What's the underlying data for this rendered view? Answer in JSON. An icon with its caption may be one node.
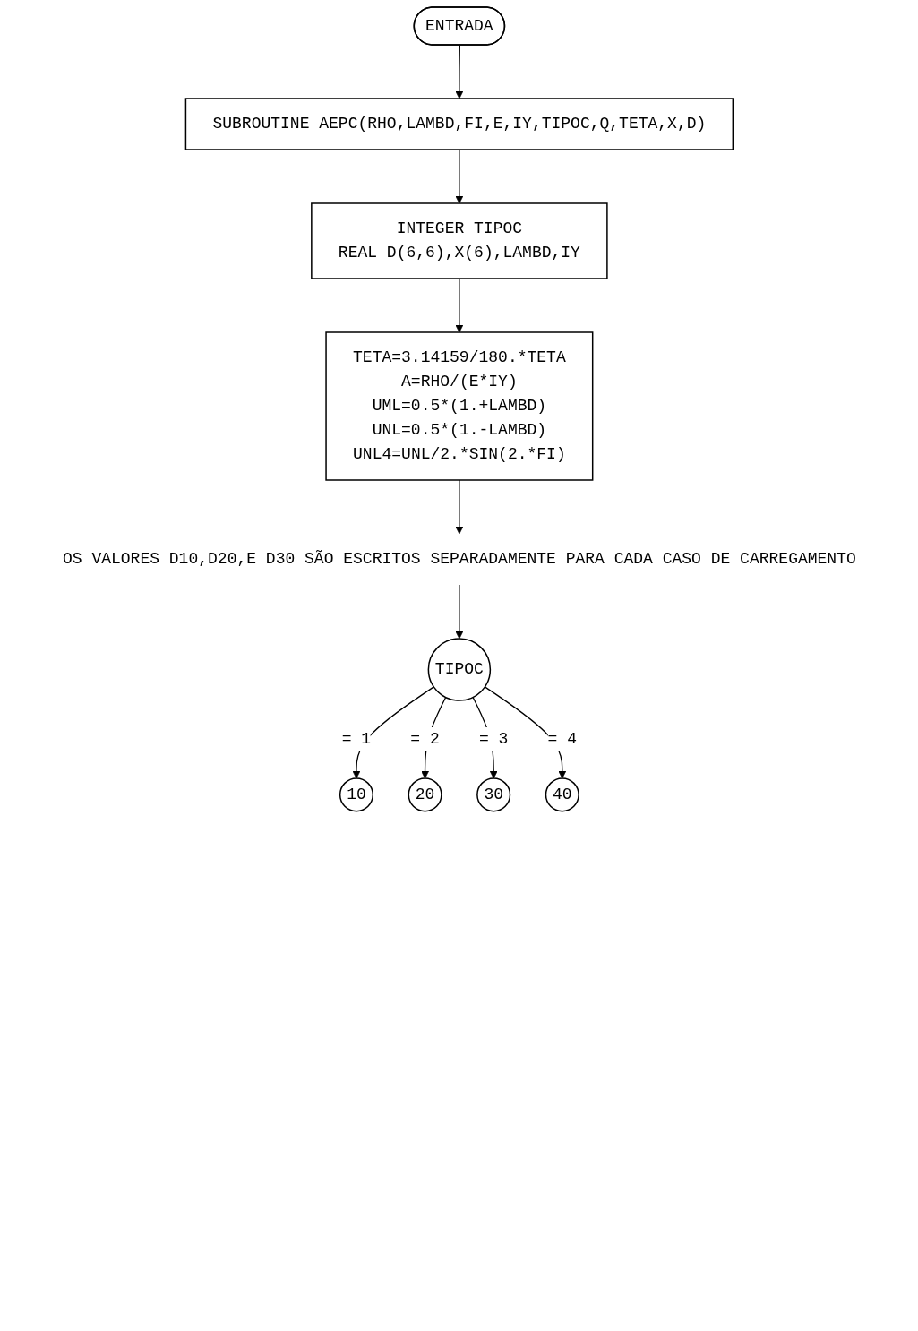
{
  "diagram": {
    "nodes": [
      {
        "text": [
          "ENTRADA"
        ]
      },
      {
        "text": [
          "SUBROUTINE AEPC(RHO,LAMBD,FI,E,IY,TIPOC,Q,TETA,X,D)"
        ]
      },
      {
        "text": [
          "INTEGER TIPOC",
          "REAL D(6,6),X(6),LAMBD,IY"
        ]
      },
      {
        "text": [
          "TETA=3.14159/180.*TETA",
          "A=RHO/(E*IY)",
          "UML=0.5*(1.+LAMBD)",
          "UNL=0.5*(1.-LAMBD)",
          "UNL4=UNL/2.*SIN(2.*FI)"
        ]
      },
      {
        "text": [
          "OS VALORES D10,D20,E D30 SÃO ESCRITOS SEPARADAMENTE PARA CADA CASO DE CARREGAMENTO"
        ]
      },
      {
        "text": [
          "TIPOC"
        ]
      },
      {
        "text": [
          "10"
        ]
      },
      {
        "text": [
          "20"
        ]
      },
      {
        "text": [
          "30"
        ]
      },
      {
        "text": [
          "40"
        ]
      }
    ],
    "edges": [
      {
        "from": 0,
        "to": 1,
        "arrow": "to"
      },
      {
        "from": 1,
        "to": 2,
        "arrow": "to"
      },
      {
        "from": 2,
        "to": 3,
        "arrow": "to"
      },
      {
        "from": 3,
        "to": 4,
        "arrow": "to"
      },
      {
        "from": 4,
        "to": 5,
        "arrow": "to"
      },
      {
        "from": 5,
        "to": 6,
        "label": "= 1",
        "arrow": "to"
      },
      {
        "from": 5,
        "to": 7,
        "label": "= 2",
        "arrow": "to"
      },
      {
        "from": 5,
        "to": 8,
        "label": "= 3",
        "arrow": "to"
      },
      {
        "from": 5,
        "to": 9,
        "label": "= 4",
        "arrow": "to"
      }
    ]
  }
}
